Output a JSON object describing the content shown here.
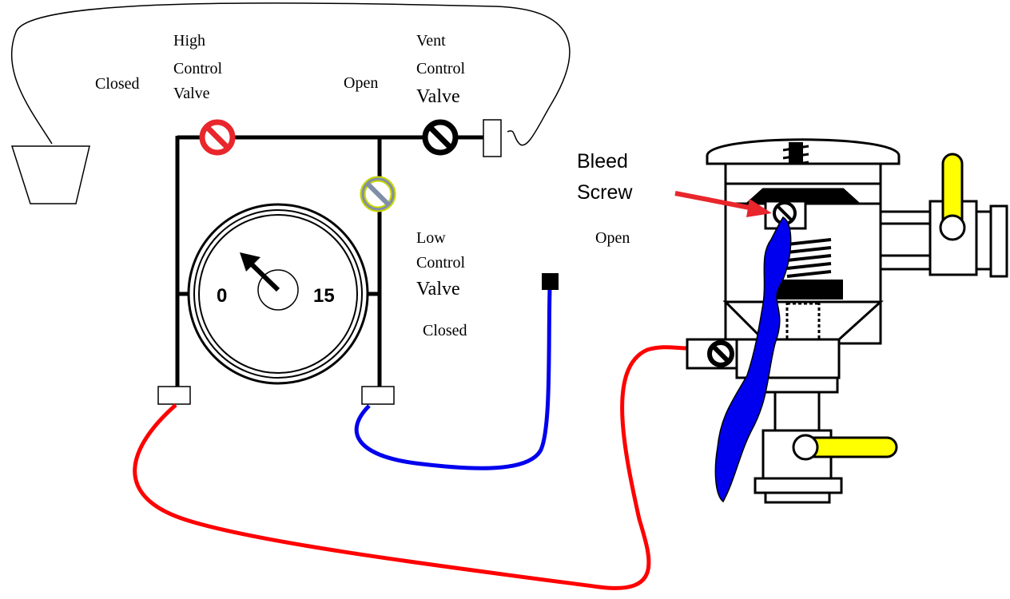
{
  "labels": {
    "high_control_valve": [
      "High",
      "Control",
      "Valve"
    ],
    "high_valve_state": "Closed",
    "vent_control_valve": [
      "Vent",
      "Control",
      "Valve"
    ],
    "vent_valve_state": "Open",
    "low_control_valve": [
      "Low",
      "Control",
      "Valve"
    ],
    "low_valve_state": "Closed",
    "bleed_screw": [
      "Bleed",
      "Screw"
    ],
    "bleed_screw_state": "Open"
  },
  "gauge": {
    "min_label": "0",
    "max_label": "15"
  },
  "colors": {
    "high_hose": "#ff0000",
    "low_hose": "#0000ee",
    "high_control_valve": "#e8262b",
    "low_control_valve": "#7f8fa8",
    "handles": "#ffff00",
    "pointer_arrow": "#e8262b",
    "water_leak": "#0000ee"
  }
}
